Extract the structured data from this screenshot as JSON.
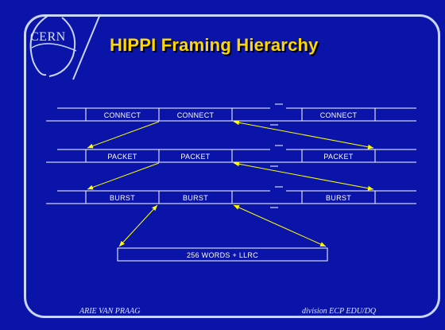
{
  "logo": {
    "text": "CERN"
  },
  "title": "HIPPI Framing Hierarchy",
  "rows": [
    {
      "labels": [
        "CONNECT",
        "CONNECT",
        "CONNECT"
      ]
    },
    {
      "labels": [
        "PACKET",
        "PACKET",
        "PACKET"
      ]
    },
    {
      "labels": [
        "BURST",
        "BURST",
        "BURST"
      ]
    }
  ],
  "words_box": {
    "label": "256 WORDS + LLRC"
  },
  "footer": {
    "left": "ARIE  VAN  PRAAG",
    "right": "division ECP EDU/DQ"
  },
  "colors": {
    "background": "#0a14a8",
    "title": "#ffd700",
    "line": "#ffffff",
    "arrow": "#ffff00",
    "frame": "#c9d6ff"
  }
}
